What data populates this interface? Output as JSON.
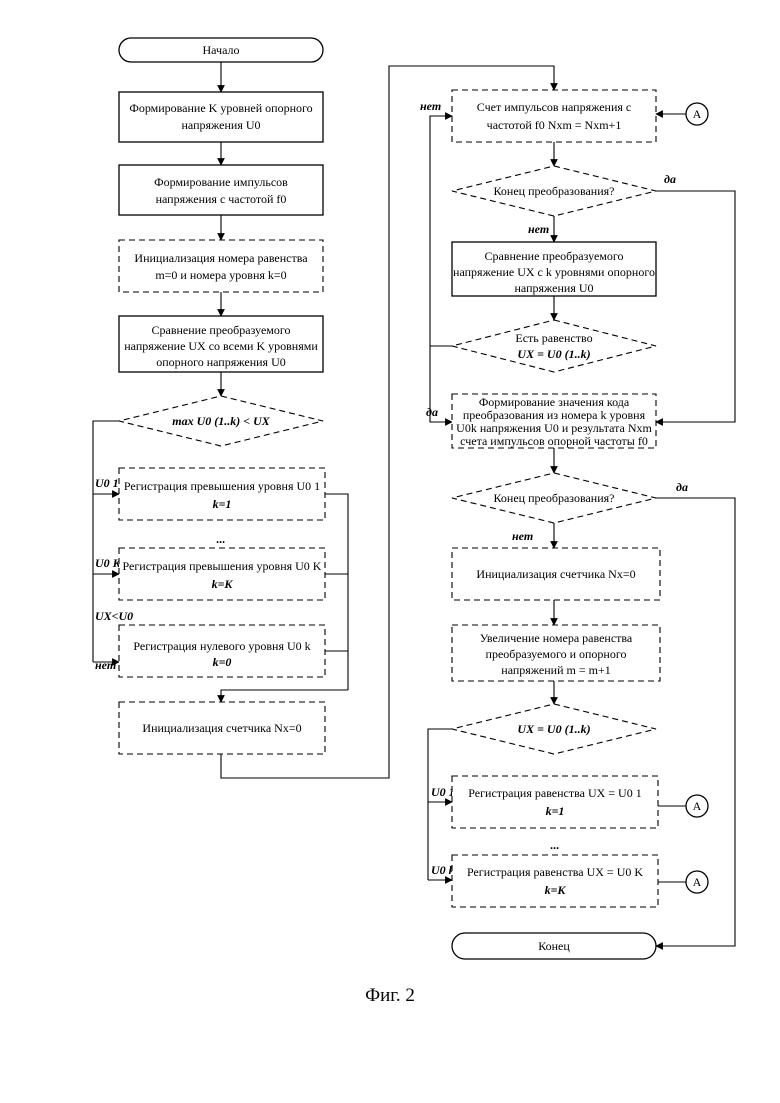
{
  "figure": {
    "caption": "Фиг. 2"
  },
  "blocks": {
    "start": [
      "Начало"
    ],
    "form_levels": [
      "Формирование K уровней опорного",
      "напряжения U0"
    ],
    "form_pulses": [
      "Формирование импульсов",
      "напряжения с частотой f0"
    ],
    "init_numbers": [
      "Инициализация номера равенства",
      "m=0 и номера уровня k=0"
    ],
    "compare_all": [
      "Сравнение преобразуемого",
      "напряжение UX со всеми K уровнями",
      "опорного напряжения U0"
    ],
    "decision_max": [
      "max U0 (1..k) < UX"
    ],
    "reg_exceed_1": [
      "Регистрация превышения уровня  U0 1",
      "k=1"
    ],
    "reg_exceed_k": [
      "Регистрация превышения уровня U0 K",
      "k=K"
    ],
    "reg_zero": [
      "Регистрация нулевого уровня  U0 k",
      "k=0"
    ],
    "init_counter_left": [
      "Инициализация счетчика Nx=0"
    ],
    "count_pulses": [
      "Счет импульсов напряжения с",
      "частотой f0  Nxm = Nxm+1"
    ],
    "end_conv_1": [
      "Конец преобразования?"
    ],
    "compare_k": [
      "Сравнение преобразуемого",
      "напряжение UX с k уровнями опорного",
      "напряжения U0"
    ],
    "decision_eq": [
      "Есть равенство",
      "UX = U0 (1..k)"
    ],
    "form_code": [
      "Формирование   значения   кода",
      "преобразования из номера k уровня",
      "U0k напряжения U0 и результата Nxm",
      "счета импульсов опорной частоты f0"
    ],
    "end_conv_2": [
      "Конец преобразования?"
    ],
    "init_counter_right": [
      "Инициализация счетчика Nx=0"
    ],
    "increase_m": [
      "Увеличение номера равенства",
      "преобразуемого и опорного",
      "напряжений m = m+1"
    ],
    "decision_eq2": [
      "UX = U0 (1..k)"
    ],
    "reg_eq_1": [
      "Регистрация равенства  UX = U0 1",
      "k=1"
    ],
    "reg_eq_k": [
      "Регистрация равенства  UX = U0 K",
      "k=K"
    ],
    "end": [
      "Конец"
    ]
  },
  "ellipsis": [
    "...",
    "..."
  ],
  "connector": [
    "A",
    "A",
    "A"
  ],
  "branch_labels": {
    "net_top": "нет",
    "net_mid": "нет",
    "net_left": "нет",
    "net_lower": "нет",
    "da_top": "да",
    "da_mid": "да",
    "da_lower": "да",
    "u01": "U0 1",
    "u0k": "U0 K",
    "ux_lt_u0": "UX<U0",
    "u01_right": "U0 1",
    "u0k_right": "U0 k"
  }
}
